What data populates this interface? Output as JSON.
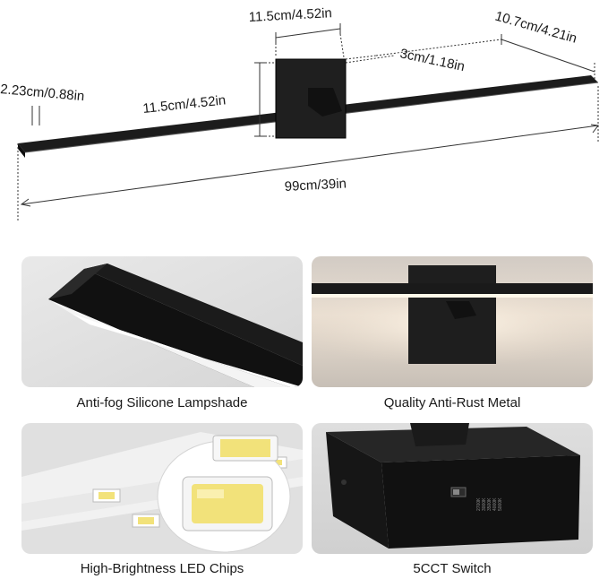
{
  "dimensions": {
    "mount_width": "11.5cm/4.52in",
    "mount_height": "11.5cm/4.52in",
    "arm_depth": "3cm/1.18in",
    "bar_depth": "10.7cm/4.21in",
    "bar_thickness": "2.23cm/0.88in",
    "total_length": "99cm/39in"
  },
  "features": [
    {
      "label": "Anti-fog Silicone Lampshade"
    },
    {
      "label": "Quality Anti-Rust Metal"
    },
    {
      "label": "High-Brightness LED Chips"
    },
    {
      "label": "5CCT Switch"
    }
  ],
  "switch_marks": [
    "2700K",
    "3000K",
    "3500K",
    "4000K",
    "5000K"
  ],
  "colors": {
    "fixture": "#1c1c1c",
    "dimension_line": "#333333",
    "panel_bg": "#e4e4e4",
    "led_yellow": "#f2e27a"
  }
}
